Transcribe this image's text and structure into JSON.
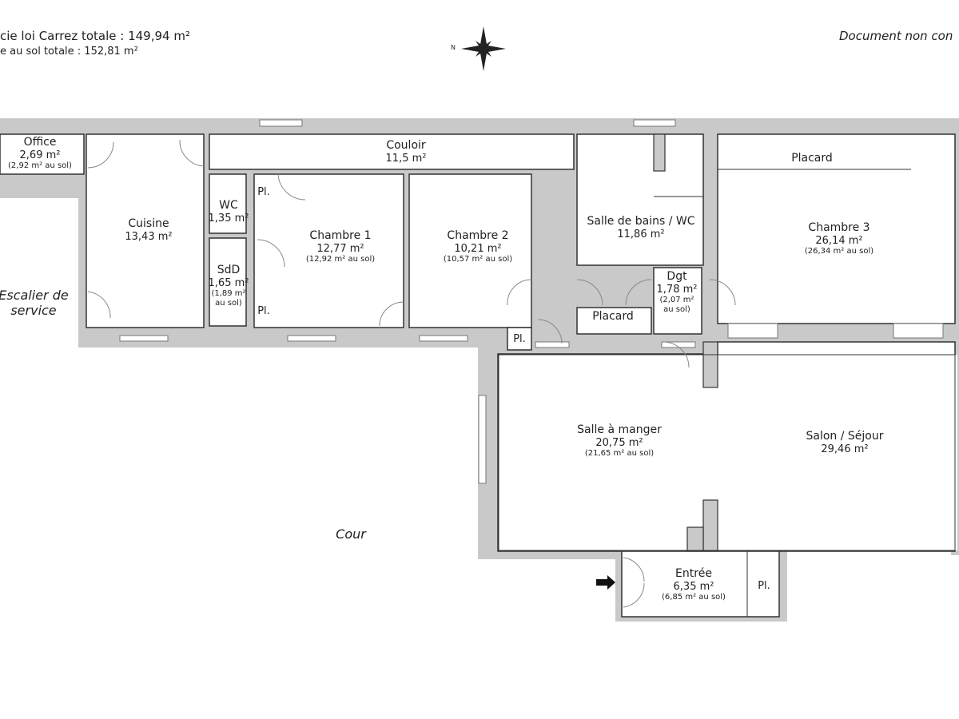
{
  "header": {
    "carrez_total": "cie loi Carrez totale :  149,94 m²",
    "sol_total": "e au sol totale :  152,81 m²",
    "disclaimer": "Document non con",
    "compass_label": "N"
  },
  "colors": {
    "wall": "#c9c9c9",
    "outline": "#333333",
    "room": "#ffffff"
  },
  "rooms": [
    {
      "name": "Office",
      "area": "2,69 m²",
      "floor_area": "(2,92 m² au sol)"
    },
    {
      "name": "Cuisine",
      "area": "13,43 m²"
    },
    {
      "name": "WC",
      "area": "1,35 m²"
    },
    {
      "name": "SdD",
      "area": "1,65 m²",
      "floor_area_1": "(1,89 m²",
      "floor_area_2": "au sol)"
    },
    {
      "name": "Couloir",
      "area": "11,5 m²"
    },
    {
      "name": "Chambre 1",
      "area": "12,77 m²",
      "floor_area": "(12,92 m² au sol)"
    },
    {
      "name": "Chambre 2",
      "area": "10,21 m²",
      "floor_area": "(10,57 m² au sol)"
    },
    {
      "name": "Salle de bains / WC",
      "area": "11,86 m²"
    },
    {
      "name": "Dgt",
      "area": "1,78 m²",
      "floor_area_1": "(2,07 m²",
      "floor_area_2": "au sol)"
    },
    {
      "name": "Chambre 3",
      "area": "26,14 m²",
      "floor_area": "(26,34 m² au sol)"
    },
    {
      "name": "Salle à manger",
      "area": "20,75 m²",
      "floor_area": "(21,65 m² au sol)"
    },
    {
      "name": "Salon / Séjour",
      "area": "29,46 m²"
    },
    {
      "name": "Entrée",
      "area": "6,35 m²",
      "floor_area": "(6,85 m² au sol)"
    }
  ],
  "labels": {
    "placard": "Placard",
    "pl": "Pl.",
    "escalier_1": "Escalier de",
    "escalier_2": "service",
    "cour": "Cour"
  },
  "icons": {
    "compass": "compass-rose-icon",
    "entrance": "arrow-right-icon"
  }
}
